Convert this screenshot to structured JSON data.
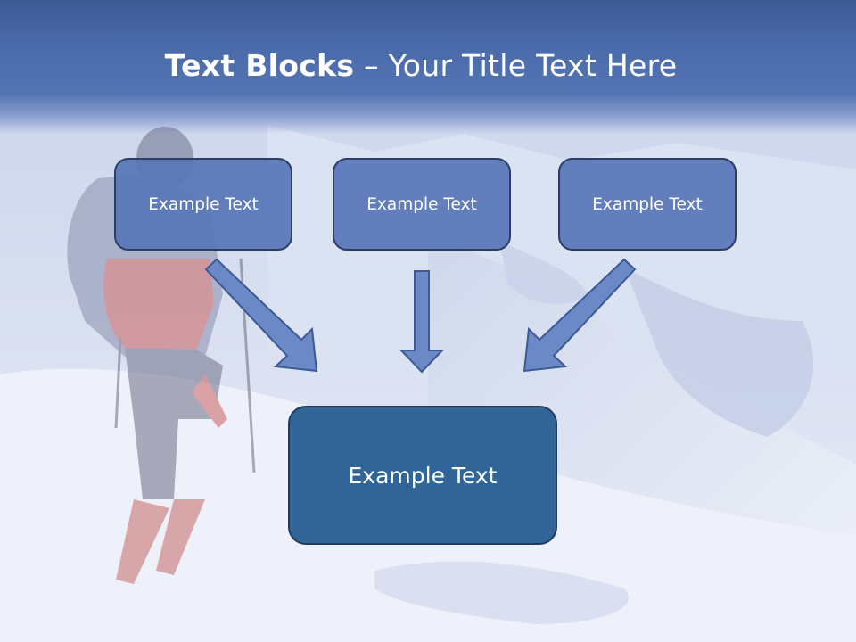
{
  "title": {
    "bold": "Text Blocks",
    "separator": " – ",
    "rest": "Your Title Text Here"
  },
  "blocks": {
    "top_left": "Example Text",
    "top_center": "Example Text",
    "top_right": "Example Text",
    "bottom": "Example Text"
  },
  "colors": {
    "title_band": "#4a6aaa",
    "small_box": "#5a7ab8",
    "big_box": "#316597",
    "arrow_fill": "#6b89c6",
    "arrow_stroke": "#3d5a95"
  }
}
